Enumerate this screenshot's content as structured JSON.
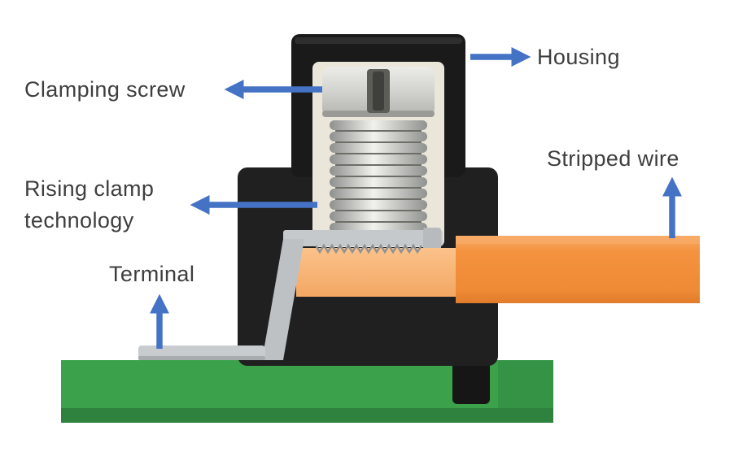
{
  "diagram": {
    "labels": {
      "housing": "Housing",
      "clamping_screw": "Clamping screw",
      "rising_clamp": "Rising clamp technology",
      "terminal": "Terminal",
      "stripped_wire": "Stripped wire"
    },
    "colors": {
      "arrow_blue": "#4472c4",
      "label_text": "#3e3e3e",
      "housing_black": "#1f1f1f",
      "pcb_green": "#3ba14b",
      "pcb_green_dark": "#2f813e",
      "wire_orange": "#f4923f",
      "stripped_wire_orange": "#f9b97d",
      "insulator_cream": "#eae6da",
      "metal_silver": "#c9ccce"
    }
  }
}
